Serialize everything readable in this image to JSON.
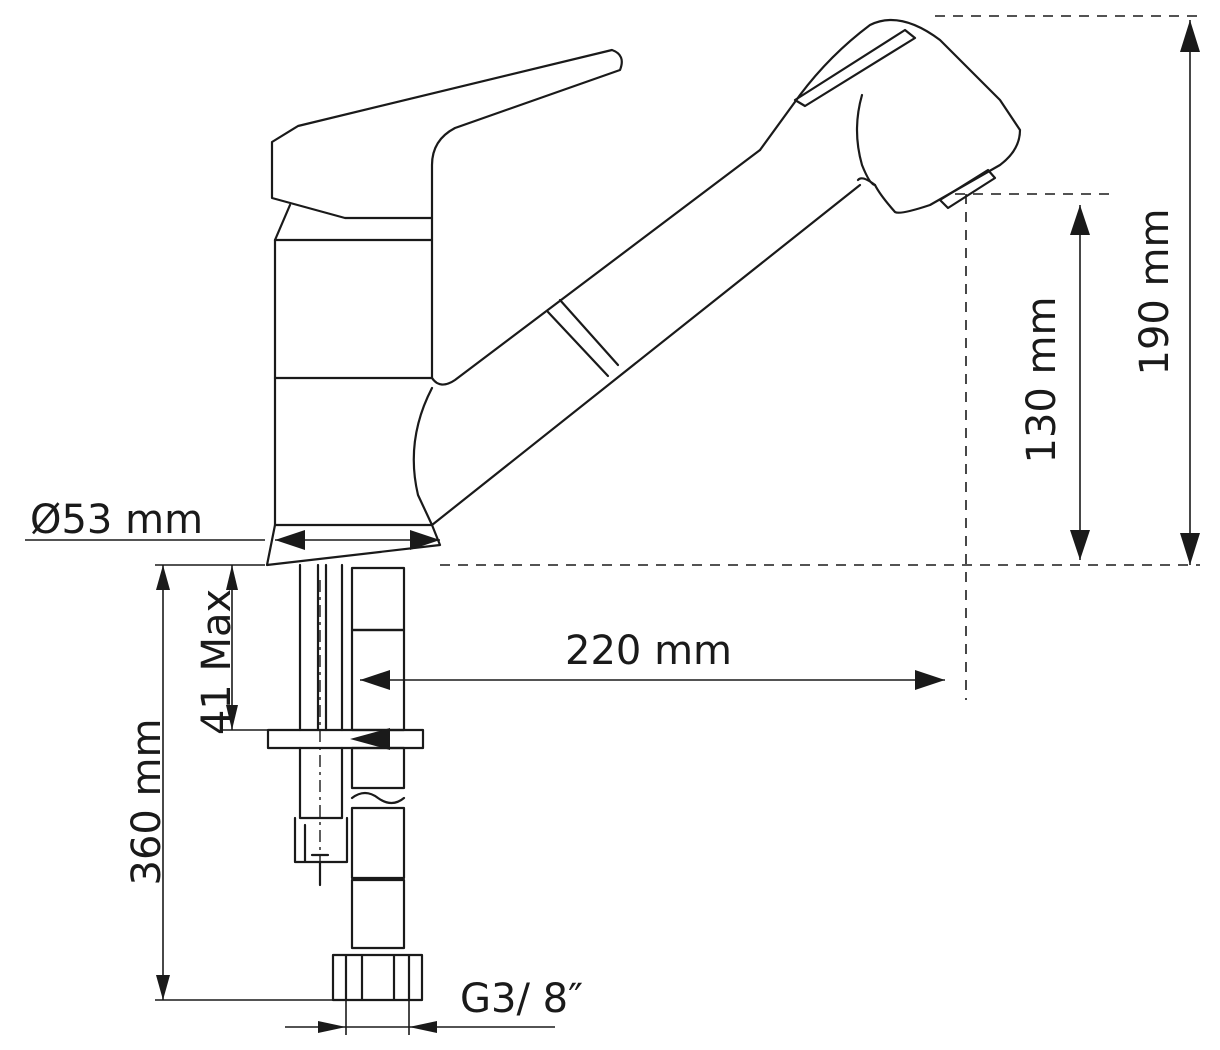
{
  "dimensions": {
    "diameter": "Ø53 mm",
    "reach": "220 mm",
    "spout_height": "130 mm",
    "total_height": "190 mm",
    "hose_length": "360 mm",
    "max_thickness": "41 Max",
    "thread": "G3/ 8″"
  },
  "colors": {
    "line": "#1a1a1a",
    "background": "#ffffff"
  }
}
